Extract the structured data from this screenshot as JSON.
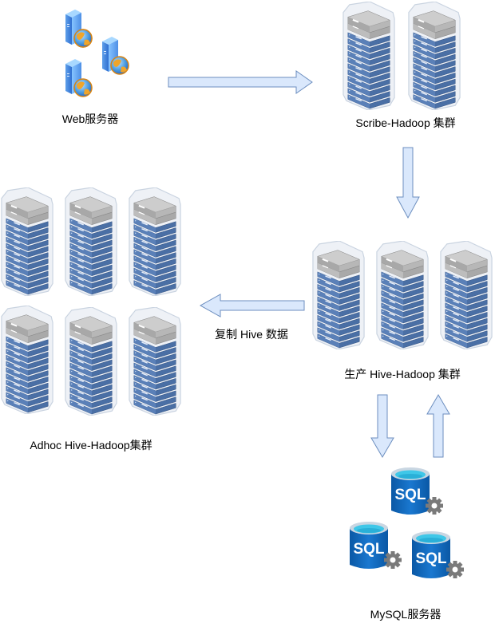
{
  "diagram": {
    "nodes": {
      "web_servers": {
        "label": "Web服务器",
        "icon": "web-server-icon",
        "count": 3
      },
      "scribe_cluster": {
        "label": "Scribe-Hadoop 集群",
        "icon": "server-rack-icon",
        "count": 2
      },
      "production_cluster": {
        "label": "生产 Hive-Hadoop 集群",
        "icon": "server-rack-icon",
        "count": 3
      },
      "adhoc_cluster": {
        "label": "Adhoc Hive-Hadoop集群",
        "icon": "server-rack-icon",
        "count": 6
      },
      "mysql_servers": {
        "label": "MySQL服务器",
        "icon": "sql-database-icon",
        "count": 3,
        "db_text": "SQL"
      }
    },
    "edges": [
      {
        "from": "web_servers",
        "to": "scribe_cluster",
        "label": ""
      },
      {
        "from": "scribe_cluster",
        "to": "production_cluster",
        "label": ""
      },
      {
        "from": "production_cluster",
        "to": "adhoc_cluster",
        "label": "复制 Hive 数据"
      },
      {
        "from": "production_cluster",
        "to": "mysql_servers",
        "label": ""
      },
      {
        "from": "mysql_servers",
        "to": "production_cluster",
        "label": ""
      }
    ],
    "colors": {
      "arrow_fill": "#dae8fc",
      "arrow_stroke": "#6c8ebf",
      "rack_blue": "#4a6fa5",
      "rack_gray": "#a9a9a9",
      "sql_blue": "#0f67b8",
      "sql_cyan": "#3fc7e8",
      "gear_gray": "#7a7a7a"
    }
  }
}
